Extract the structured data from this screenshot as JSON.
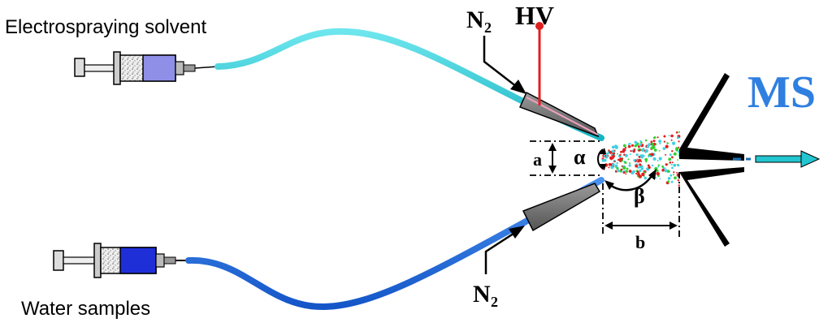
{
  "labels": {
    "top_syringe": "Electrospraying solvent",
    "bottom_syringe": "Water samples",
    "n2_top": "N",
    "n2_top_sub": "2",
    "n2_bottom": "N",
    "n2_bottom_sub": "2",
    "hv": "HV",
    "ms": "MS",
    "dim_a": "a",
    "dim_b": "b",
    "angle_alpha": "α",
    "angle_beta": "β"
  },
  "colors": {
    "top_tube": "#22c5d0",
    "bottom_tube": "#1e6fe0",
    "hv_wire": "#e02020",
    "ms_text": "#2f7fe0",
    "nozzle": "#707070",
    "droplet_red": "#e02020",
    "droplet_green": "#30d030",
    "droplet_cyan": "#40d0e0"
  }
}
